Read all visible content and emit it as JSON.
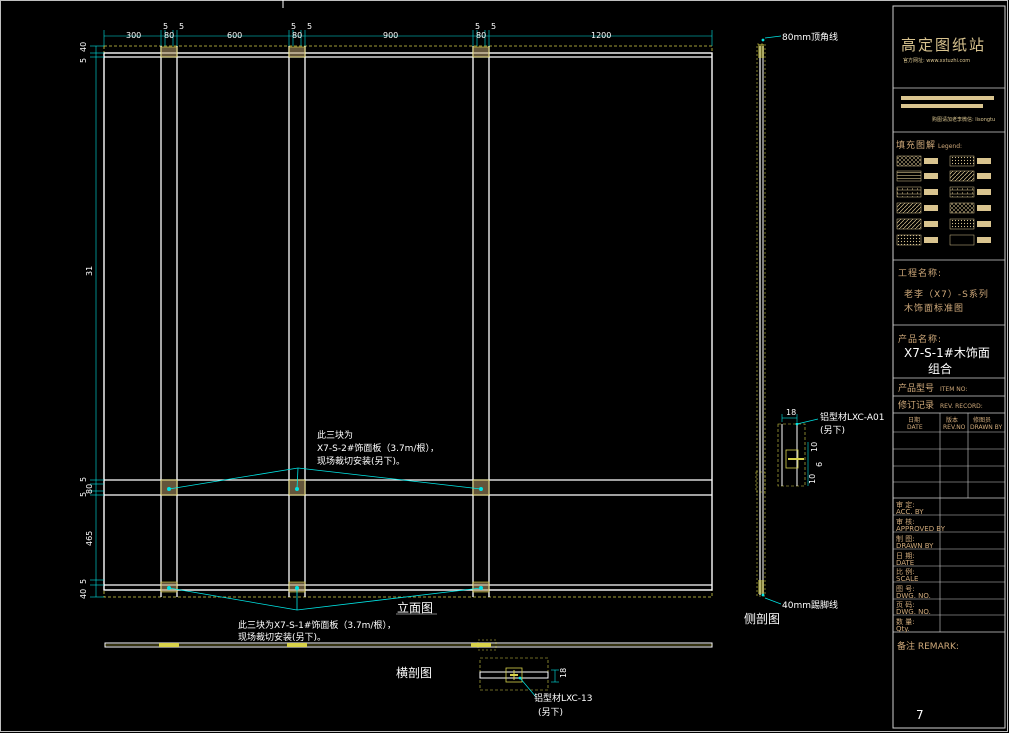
{
  "elevation": {
    "title": "立面图",
    "dims_top": [
      "300",
      "80",
      "5",
      "5",
      "600",
      "80",
      "5",
      "5",
      "900",
      "80",
      "5",
      "5",
      "1200"
    ],
    "dims_left": [
      "40",
      "5",
      "31",
      "5",
      "80",
      "5",
      "465",
      "5",
      "40"
    ],
    "note_upper": [
      "此三块为",
      "X7-S-2#饰面板（3.7m/根），",
      "现场裁切安装(另下)。"
    ],
    "note_lower": [
      "此三块为X7-S-1#饰面板（3.7m/根），",
      "现场裁切安装(另下)。"
    ]
  },
  "side_section": {
    "title": "侧剖图",
    "top_label": "80mm顶角线",
    "bottom_label": "40mm踢脚线",
    "detail_label": [
      "铝型材LXC-A01",
      "(另下)"
    ],
    "detail_dims": [
      "18",
      "10",
      "6",
      "10"
    ]
  },
  "cross_section": {
    "title": "横剖图",
    "detail_label": [
      "铝型材LXC-13",
      "(另下)"
    ],
    "detail_dim": "18"
  },
  "title_block": {
    "site_name": "高定图纸站",
    "site_url": "官方网址: www.xxtuzhi.com",
    "contact": "购图请加老李微信: lisongtu",
    "legend_title": "填充图解",
    "legend_title_en": "Legend:",
    "project_label": "工程名称:",
    "project_name": [
      "老李（X7）-S系列",
      "木饰面标准图"
    ],
    "product_label": "产品名称:",
    "product_name": [
      "X7-S-1#木饰面",
      "组合"
    ],
    "model_label": "产品型号",
    "model_label_en": "ITEM NO:",
    "revision_label": "修订记录",
    "revision_label_en": "REV. RECORD:",
    "rev_headers": [
      "日期",
      "版本",
      "修图员"
    ],
    "rev_headers_en": [
      "DATE",
      "REV.NO",
      "DRAWN BY"
    ],
    "sign_rows": [
      [
        "审  定:",
        "ACC. BY"
      ],
      [
        "审  核:",
        "APPROVED BY"
      ],
      [
        "制  图:",
        "DRAWN BY"
      ],
      [
        "日  期:",
        "DATE"
      ],
      [
        "比  例:",
        "SCALE"
      ],
      [
        "图  号:",
        "DWG. NO."
      ],
      [
        "页  码:",
        "DWG. NO."
      ],
      [
        "数  量:",
        "Qty."
      ]
    ],
    "remark_label": "备注 REMARK:",
    "page_number": "7"
  },
  "colors": {
    "frame_line": "#ffffff",
    "dim_line": "#00e5e5",
    "outline_yellow": "#d8d24a",
    "title_gold": "#d9c48f",
    "panel_fill": "#b59a6a",
    "leader": "#00e5e5"
  }
}
